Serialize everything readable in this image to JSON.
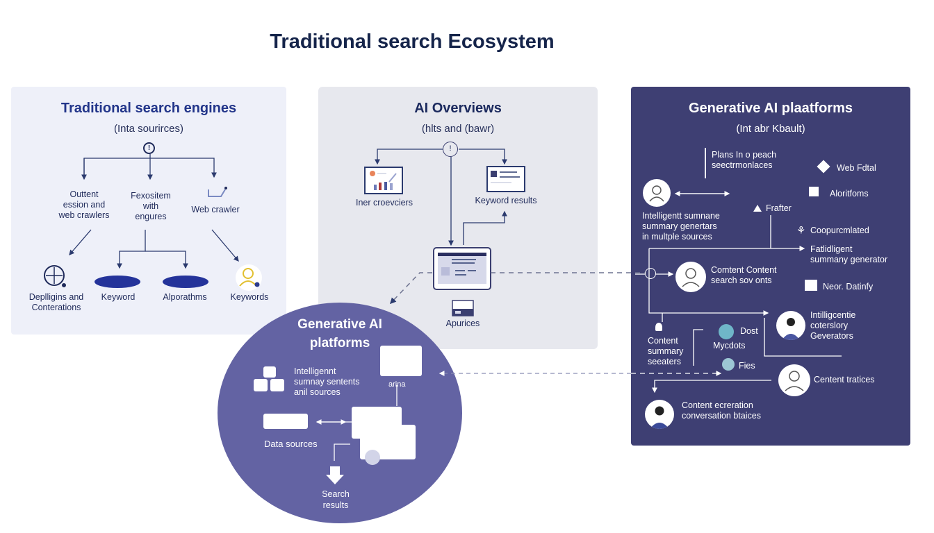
{
  "title": "Traditional search Ecosystem",
  "panels": {
    "traditional": {
      "title": "Traditional search engines",
      "subtitle": "(Inta sourirces)",
      "level1": [
        "Outtent\nession and\nweb crawlers",
        "Fexositem\nwith\nengures",
        "Web crawler"
      ],
      "level2": [
        "Deplligins and\nConterations",
        "Keyword",
        "Alporathms",
        "Keywords"
      ]
    },
    "overviews": {
      "title": "AI Overviews",
      "subtitle": "(hlts and (bawr)",
      "items": [
        "Iner croevciers",
        "Keyword results",
        "Apurices"
      ]
    },
    "generative": {
      "title": "Generative AI plaatforms",
      "subtitle": "(Int abr Kbault)",
      "bracket_text": "Plans In o peach\nseectrmonlaces",
      "items": {
        "web_fdal": "Web Fdtal",
        "algorithms": "Aloritfoms",
        "frafter": "Frafter",
        "intelligent_summary": "Intelligentt sumnane\nsummary genertars\nin multple sources",
        "coopurated": "Coopurcmlated",
        "fatlidligent": "Fatlidligent\nsummany generator",
        "content_search": "Comtent Content\nsearch sov onts",
        "neor_datinfy": "Neor. Datinfy",
        "intelligentie": "Intilligcentie\ncoterslory\nGeverators",
        "content_summary": "Content\nsummary\nseeaters",
        "dost": "Dost",
        "mycdots": "Mycdots",
        "fies": "Fies",
        "content_tratices": "Centent tratices",
        "content_creation": "Content ecreration\nconversation btaices"
      }
    },
    "circle": {
      "title": "Generative AI\nplatforms",
      "intelligent": "Intelligennt\nsumnay sentents\nanil sources",
      "small_label": "arina",
      "data_sources": "Data sources",
      "search_results": "Search\nresults"
    }
  },
  "colors": {
    "navy": "#2b3a8c",
    "dark_panel": "#3e3f73",
    "circle": "#6363a3",
    "light_panel": "#eef0f9",
    "grey_panel": "#e7e8ee"
  }
}
